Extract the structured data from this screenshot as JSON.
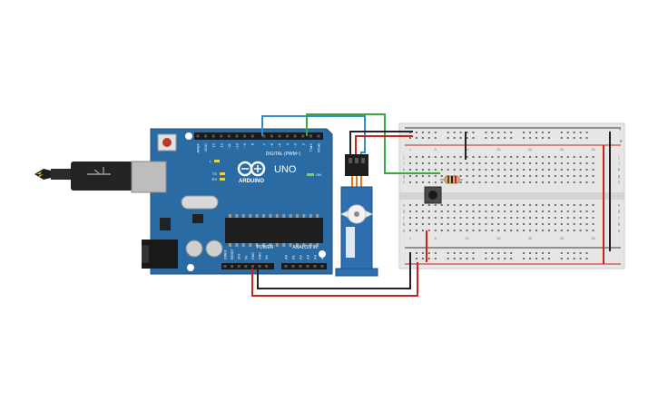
{
  "arduino": {
    "brand": "ARDUINO",
    "model": "UNO",
    "digital_header_label": "DIGITAL (PWM~)",
    "power_label": "POWER",
    "analog_label": "ANALOG IN",
    "on_label": "ON",
    "tx_label": "TX",
    "rx_label": "RX",
    "l_label": "L",
    "digital_pins": [
      "AREF",
      "GND",
      "13",
      "12",
      "~11",
      "~10",
      "~9",
      "8",
      "7",
      "~6",
      "~5",
      "4",
      "~3",
      "2",
      "TX▸1",
      "RX◂0"
    ],
    "power_pins": [
      "IOREF",
      "RESET",
      "3V3",
      "5V",
      "GND",
      "GND",
      "Vin"
    ],
    "analog_pins": [
      "A0",
      "A1",
      "A2",
      "A3",
      "A4",
      "A5"
    ]
  },
  "breadboard": {
    "row_letters_top": [
      "j",
      "i",
      "h",
      "g",
      "f"
    ],
    "row_letters_bottom": [
      "e",
      "d",
      "c",
      "b",
      "a"
    ],
    "column_numbers": [
      "1",
      "5",
      "10",
      "15",
      "20",
      "25",
      "30"
    ],
    "rail_plus": "+",
    "rail_minus": "-"
  },
  "colors": {
    "arduino_board": "#2a6ba3",
    "breadboard": "#e6e6e6",
    "wire_red": "#d0201c",
    "wire_black": "#222222",
    "wire_blue": "#2e8ec8",
    "wire_green": "#3aa844",
    "servo_body": "#2e6fb0"
  },
  "components": [
    "usb-cable",
    "arduino-uno",
    "micro-servo",
    "pushbutton",
    "resistor",
    "breadboard"
  ]
}
